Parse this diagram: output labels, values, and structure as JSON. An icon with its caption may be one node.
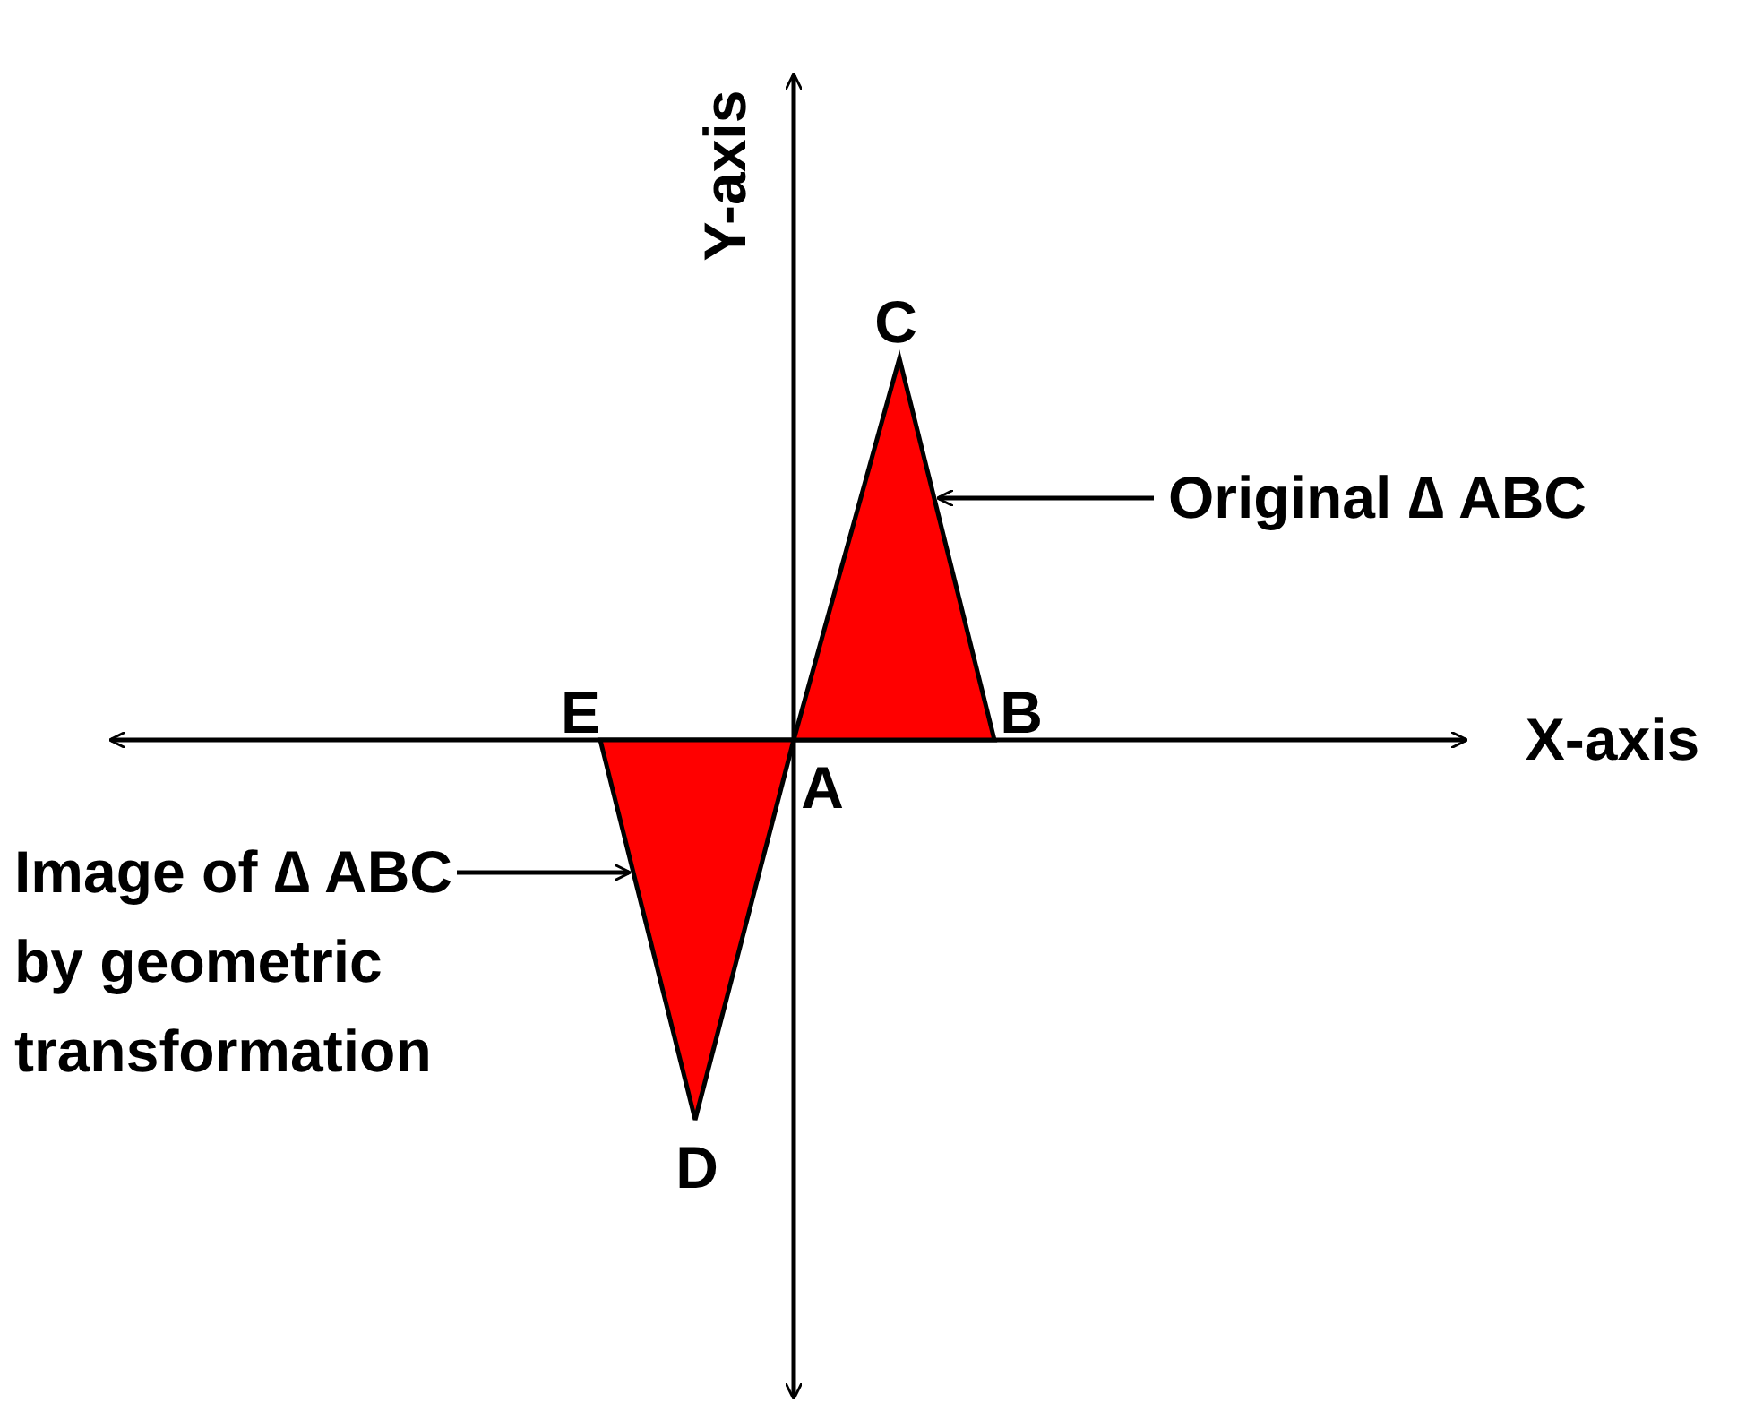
{
  "diagram": {
    "nodes": [
      {
        "text": [
          "Original ∆ ABC"
        ]
      },
      {
        "text": [],
        "shape": "triangle"
      },
      {
        "text": [
          "Image of ∆ ABC by geometric transformation"
        ]
      },
      {
        "text": [],
        "shape": "triangle"
      }
    ],
    "edges": [
      {
        "from": 0,
        "to": 1,
        "arrow": "to"
      },
      {
        "from": 2,
        "to": 3,
        "arrow": "to"
      }
    ],
    "labels": [
      "Y-axis",
      "C",
      "E",
      "B",
      "X-axis",
      "A",
      "D"
    ]
  }
}
